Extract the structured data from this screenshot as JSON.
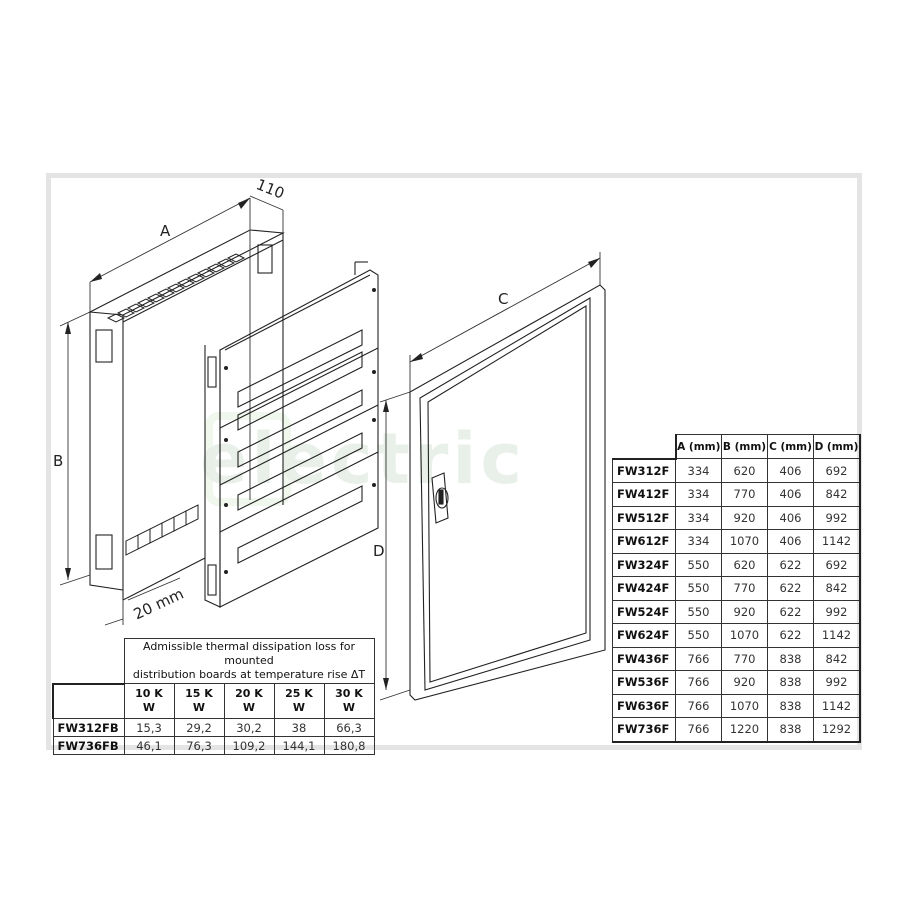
{
  "watermark": {
    "text": "electric"
  },
  "drawing": {
    "dimension_labels": {
      "a": "A",
      "b": "B",
      "c": "C",
      "d": "D",
      "depth": "110",
      "gap": "20 mm"
    },
    "components": [
      "flush-mounted enclosure",
      "mounting frame with cover panels",
      "door with lock"
    ]
  },
  "dimension_table": {
    "headers": [
      "",
      "A (mm)",
      "B (mm)",
      "C (mm)",
      "D (mm)"
    ],
    "rows": [
      {
        "model": "FW312F",
        "a": "334",
        "b": "620",
        "c": "406",
        "d": "692"
      },
      {
        "model": "FW412F",
        "a": "334",
        "b": "770",
        "c": "406",
        "d": "842"
      },
      {
        "model": "FW512F",
        "a": "334",
        "b": "920",
        "c": "406",
        "d": "992"
      },
      {
        "model": "FW612F",
        "a": "334",
        "b": "1070",
        "c": "406",
        "d": "1142"
      },
      {
        "model": "FW324F",
        "a": "550",
        "b": "620",
        "c": "622",
        "d": "692"
      },
      {
        "model": "FW424F",
        "a": "550",
        "b": "770",
        "c": "622",
        "d": "842"
      },
      {
        "model": "FW524F",
        "a": "550",
        "b": "920",
        "c": "622",
        "d": "992"
      },
      {
        "model": "FW624F",
        "a": "550",
        "b": "1070",
        "c": "622",
        "d": "1142"
      },
      {
        "model": "FW436F",
        "a": "766",
        "b": "770",
        "c": "838",
        "d": "842"
      },
      {
        "model": "FW536F",
        "a": "766",
        "b": "920",
        "c": "838",
        "d": "992"
      },
      {
        "model": "FW636F",
        "a": "766",
        "b": "1070",
        "c": "838",
        "d": "1142"
      },
      {
        "model": "FW736F",
        "a": "766",
        "b": "1220",
        "c": "838",
        "d": "1292"
      }
    ]
  },
  "thermal_table": {
    "caption_line1": "Admissible thermal dissipation loss for mounted",
    "caption_line2": "distribution boards at temperature rise ΔT",
    "columns": [
      {
        "k": "10 K",
        "unit": "W"
      },
      {
        "k": "15 K",
        "unit": "W"
      },
      {
        "k": "20 K",
        "unit": "W"
      },
      {
        "k": "25 K",
        "unit": "W"
      },
      {
        "k": "30 K",
        "unit": "W"
      }
    ],
    "rows": [
      {
        "model": "FW312FB",
        "values": [
          "15,3",
          "29,2",
          "30,2",
          "38",
          "66,3"
        ]
      },
      {
        "model": "FW736FB",
        "values": [
          "46,1",
          "76,3",
          "109,2",
          "144,1",
          "180,8"
        ]
      }
    ]
  }
}
